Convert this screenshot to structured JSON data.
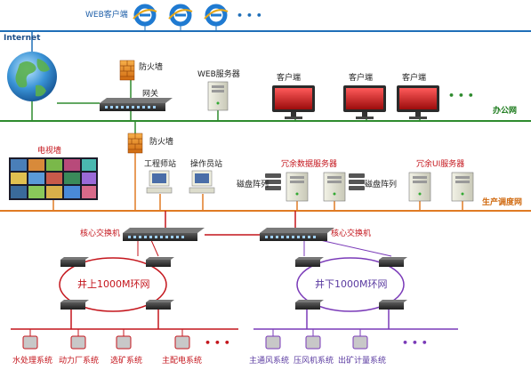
{
  "internet": {
    "label": "Internet",
    "web_clients_label": "WEB客户端",
    "more": "• • •"
  },
  "office": {
    "network_label": "办公网",
    "firewall_label": "防火墙",
    "gateway_label": "网关",
    "web_server_label": "WEB服务器",
    "client_labels": [
      "客户端",
      "客户端",
      "客户端"
    ],
    "more": "• • •"
  },
  "production": {
    "network_label": "生产调度网",
    "firewall_label": "防火墙",
    "video_wall_label": "电视墙",
    "engineer_station_label": "工程师站",
    "operator_station_label": "操作员站",
    "redundant_data_server_label": "冗余数据服务器",
    "disk_array_label_left": "磁盘阵列",
    "disk_array_label_right": "磁盘阵列",
    "redundant_ui_server_label": "冗余UI服务器"
  },
  "core": {
    "switch_left_label": "核心交换机",
    "switch_right_label": "核心交换机",
    "ring_up_label": "井上1000M环网",
    "ring_down_label": "井下1000M环网"
  },
  "subsystems": {
    "up": [
      "水处理系统",
      "动力厂系统",
      "选矿系统",
      "主配电系统"
    ],
    "down": [
      "主通风系统",
      "压风机系统",
      "出矿计量系统"
    ],
    "more": "• • •"
  },
  "colors": {
    "internet_line": "#1f6fb8",
    "office_line": "#2e8b2e",
    "production_line": "#e07b24",
    "ring_up": "#c4151c",
    "ring_down": "#7a3ab8"
  }
}
